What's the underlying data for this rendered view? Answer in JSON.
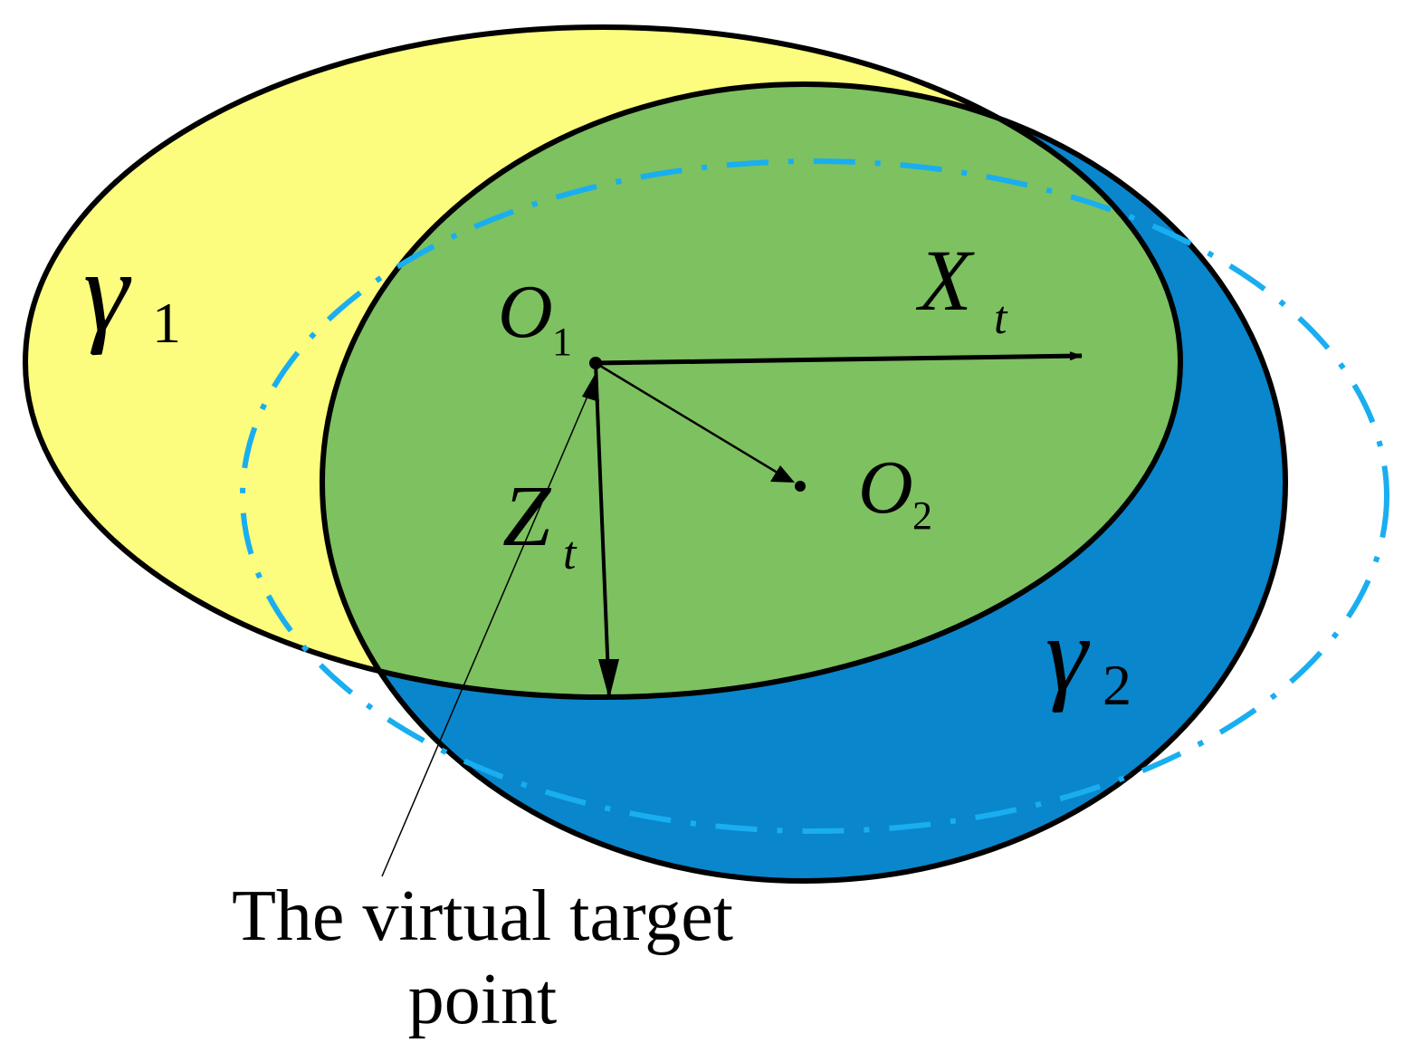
{
  "labels": {
    "gamma1": {
      "main": "γ",
      "sub": "1"
    },
    "gamma2": {
      "main": "γ",
      "sub": "2"
    },
    "o1": {
      "main": "O",
      "sub": "1"
    },
    "o2": {
      "main": "O",
      "sub": "2"
    },
    "xt": {
      "main": "X",
      "sub": "t"
    },
    "zt": {
      "main": "Z",
      "sub": "t"
    },
    "annotation": {
      "line1": "The virtual target",
      "line2": "point"
    }
  },
  "colors": {
    "ellipse1_fill": "#fcfc7e",
    "ellipse2_fill": "#0a86cc",
    "overlap_fill": "#7dc160",
    "overlap_edge": "#7a6a10",
    "dashed_ellipse": "#19aef0",
    "stroke": "#000000"
  }
}
